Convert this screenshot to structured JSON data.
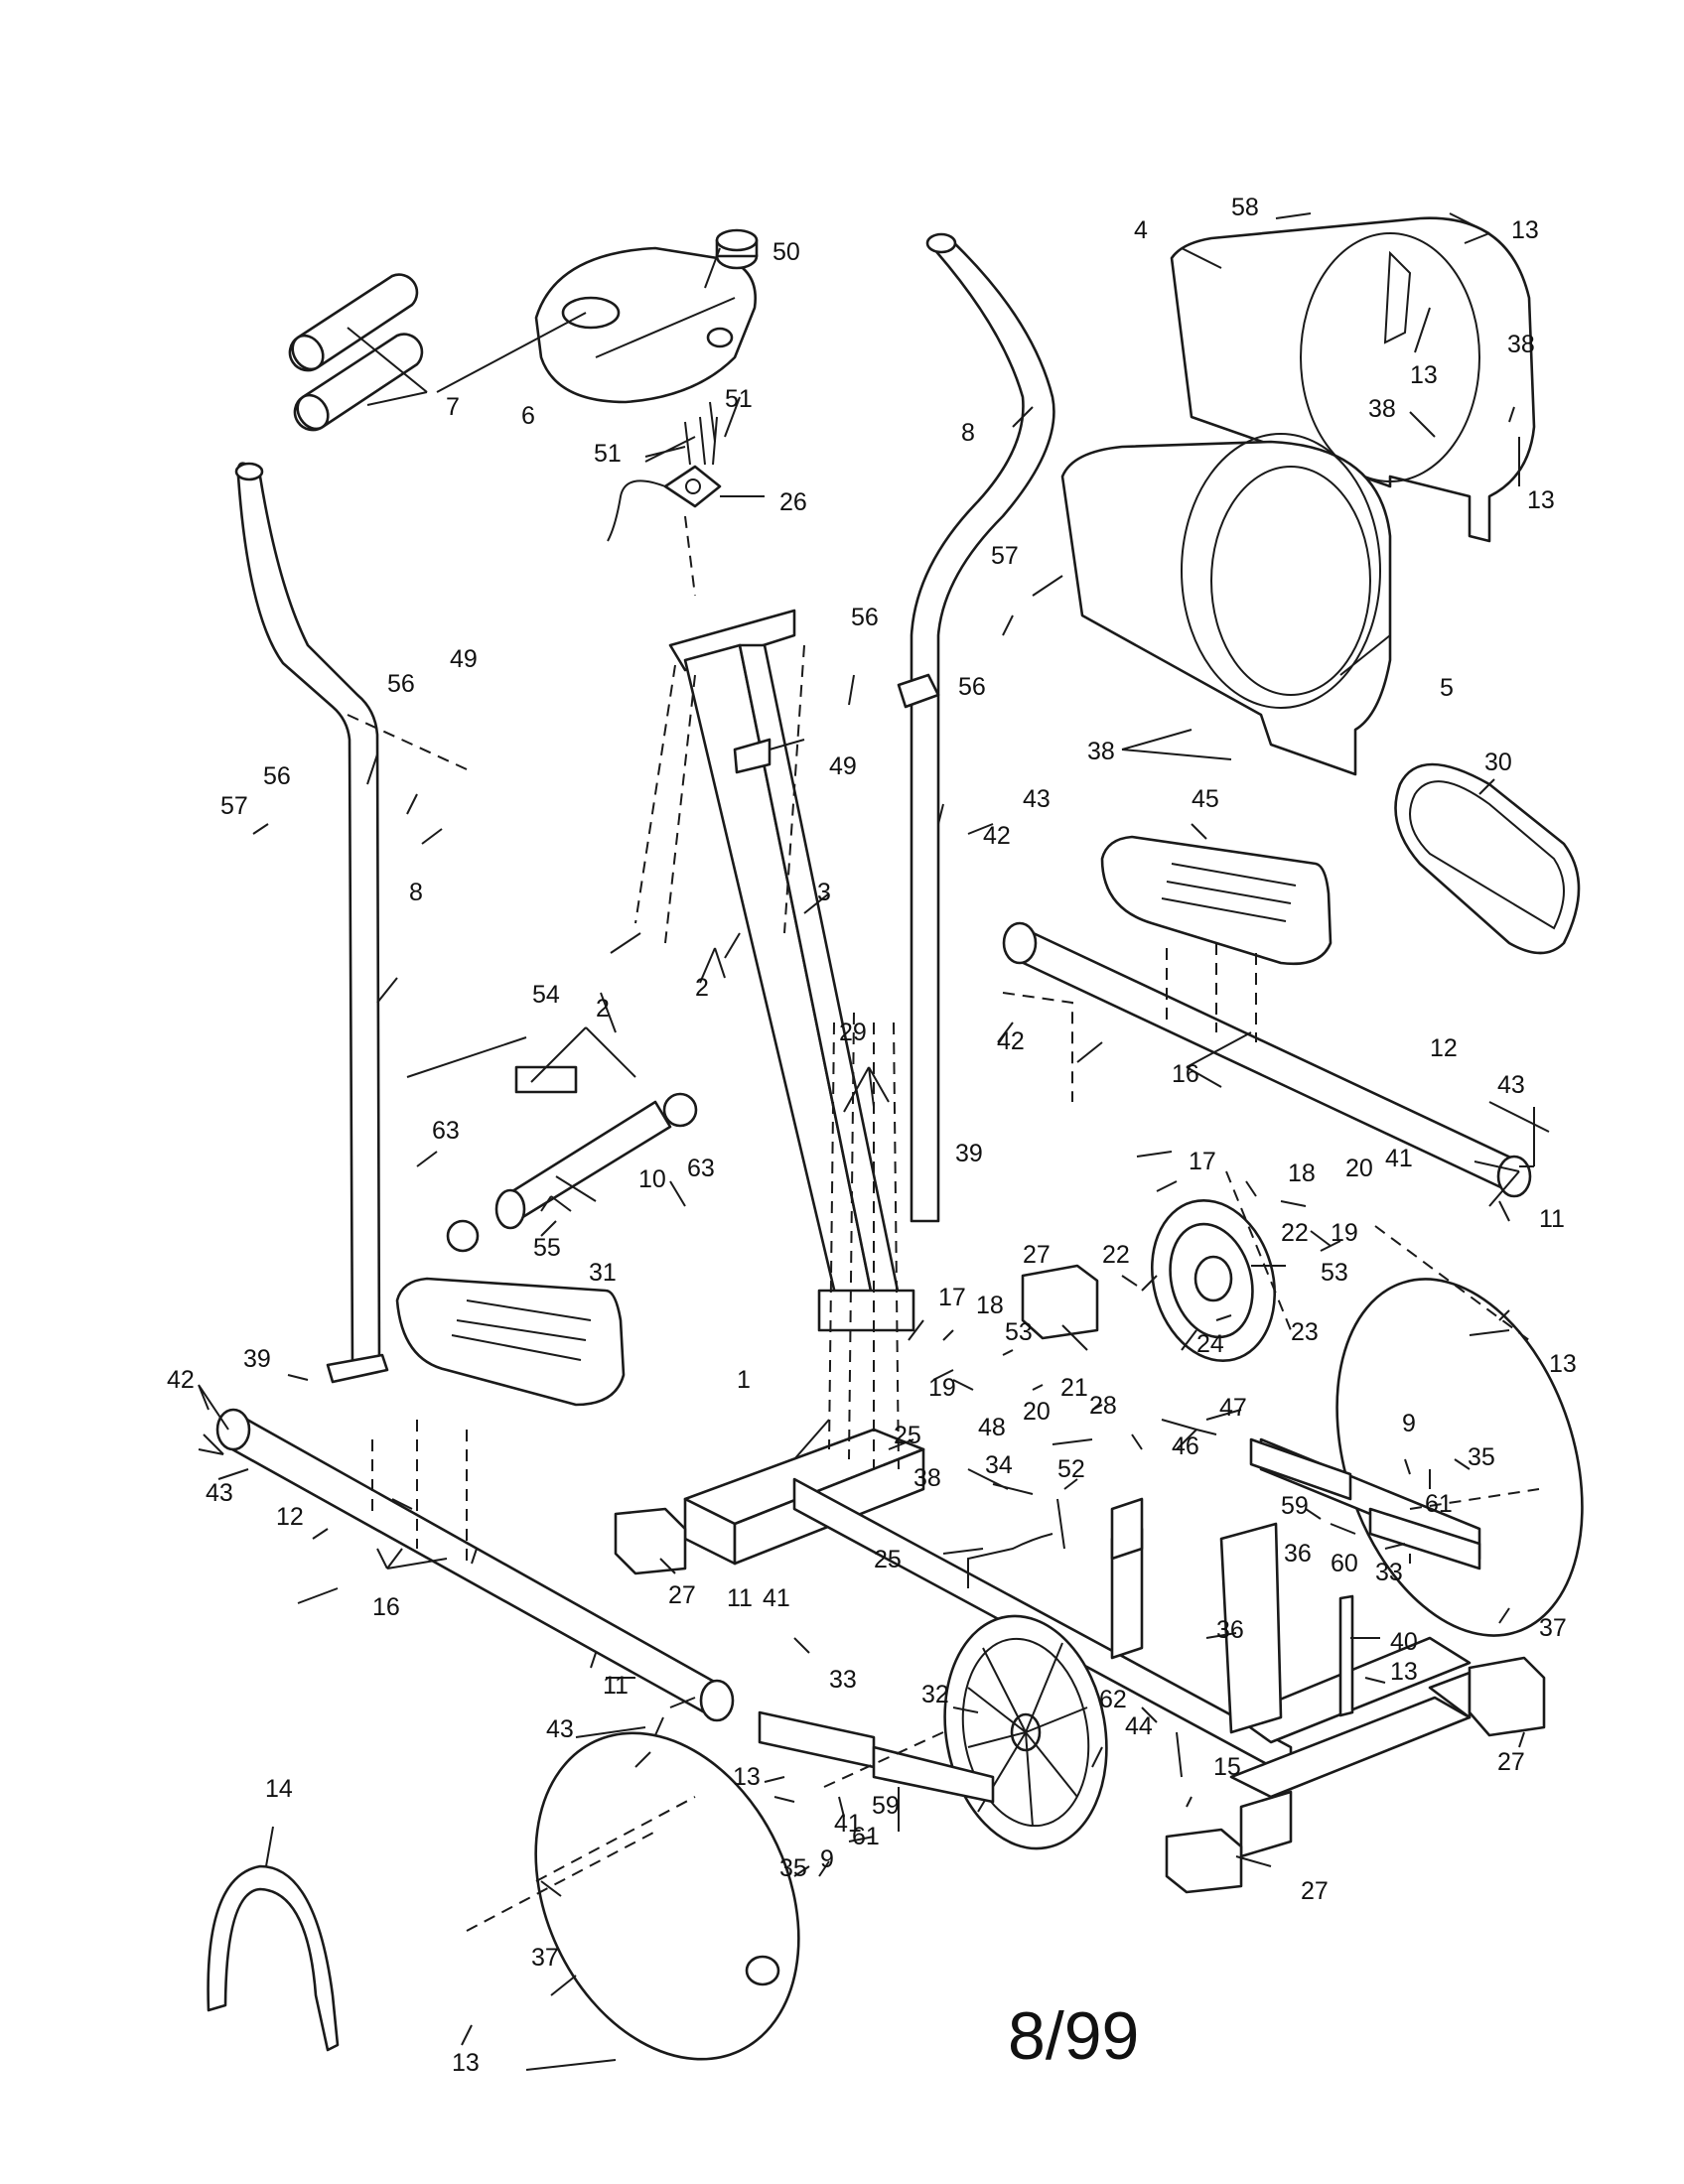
{
  "document": {
    "date_code": "8/99"
  },
  "labels": [
    {
      "id": "1",
      "text": "1"
    },
    {
      "id": "2a",
      "text": "2"
    },
    {
      "id": "2b",
      "text": "2"
    },
    {
      "id": "3",
      "text": "3"
    },
    {
      "id": "4",
      "text": "4"
    },
    {
      "id": "5",
      "text": "5"
    },
    {
      "id": "6",
      "text": "6"
    },
    {
      "id": "7",
      "text": "7"
    },
    {
      "id": "8a",
      "text": "8"
    },
    {
      "id": "8b",
      "text": "8"
    },
    {
      "id": "9a",
      "text": "9"
    },
    {
      "id": "9b",
      "text": "9"
    },
    {
      "id": "10",
      "text": "10"
    },
    {
      "id": "11a",
      "text": "11"
    },
    {
      "id": "11b",
      "text": "11"
    },
    {
      "id": "11c",
      "text": "11"
    },
    {
      "id": "12a",
      "text": "12"
    },
    {
      "id": "12b",
      "text": "12"
    },
    {
      "id": "13a",
      "text": "13"
    },
    {
      "id": "13b",
      "text": "13"
    },
    {
      "id": "13c",
      "text": "13"
    },
    {
      "id": "13d",
      "text": "13"
    },
    {
      "id": "13e",
      "text": "13"
    },
    {
      "id": "13f",
      "text": "13"
    },
    {
      "id": "13g",
      "text": "13"
    },
    {
      "id": "14",
      "text": "14"
    },
    {
      "id": "15",
      "text": "15"
    },
    {
      "id": "16a",
      "text": "16"
    },
    {
      "id": "16b",
      "text": "16"
    },
    {
      "id": "17a",
      "text": "17"
    },
    {
      "id": "17b",
      "text": "17"
    },
    {
      "id": "18a",
      "text": "18"
    },
    {
      "id": "18b",
      "text": "18"
    },
    {
      "id": "19a",
      "text": "19"
    },
    {
      "id": "19b",
      "text": "19"
    },
    {
      "id": "20a",
      "text": "20"
    },
    {
      "id": "20b",
      "text": "20"
    },
    {
      "id": "21",
      "text": "21"
    },
    {
      "id": "22a",
      "text": "22"
    },
    {
      "id": "22b",
      "text": "22"
    },
    {
      "id": "23",
      "text": "23"
    },
    {
      "id": "24",
      "text": "24"
    },
    {
      "id": "25a",
      "text": "25"
    },
    {
      "id": "25b",
      "text": "25"
    },
    {
      "id": "26",
      "text": "26"
    },
    {
      "id": "27a",
      "text": "27"
    },
    {
      "id": "27b",
      "text": "27"
    },
    {
      "id": "27c",
      "text": "27"
    },
    {
      "id": "27d",
      "text": "27"
    },
    {
      "id": "28",
      "text": "28"
    },
    {
      "id": "29",
      "text": "29"
    },
    {
      "id": "30",
      "text": "30"
    },
    {
      "id": "31",
      "text": "31"
    },
    {
      "id": "32",
      "text": "32"
    },
    {
      "id": "33a",
      "text": "33"
    },
    {
      "id": "33b",
      "text": "33"
    },
    {
      "id": "34",
      "text": "34"
    },
    {
      "id": "35a",
      "text": "35"
    },
    {
      "id": "35b",
      "text": "35"
    },
    {
      "id": "36a",
      "text": "36"
    },
    {
      "id": "36b",
      "text": "36"
    },
    {
      "id": "37a",
      "text": "37"
    },
    {
      "id": "37b",
      "text": "37"
    },
    {
      "id": "38a",
      "text": "38"
    },
    {
      "id": "38b",
      "text": "38"
    },
    {
      "id": "38c",
      "text": "38"
    },
    {
      "id": "38d",
      "text": "38"
    },
    {
      "id": "39a",
      "text": "39"
    },
    {
      "id": "39b",
      "text": "39"
    },
    {
      "id": "40",
      "text": "40"
    },
    {
      "id": "41a",
      "text": "41"
    },
    {
      "id": "41b",
      "text": "41"
    },
    {
      "id": "41c",
      "text": "41"
    },
    {
      "id": "42a",
      "text": "42"
    },
    {
      "id": "42b",
      "text": "42"
    },
    {
      "id": "42c",
      "text": "42"
    },
    {
      "id": "43a",
      "text": "43"
    },
    {
      "id": "43b",
      "text": "43"
    },
    {
      "id": "43c",
      "text": "43"
    },
    {
      "id": "43d",
      "text": "43"
    },
    {
      "id": "44",
      "text": "44"
    },
    {
      "id": "45",
      "text": "45"
    },
    {
      "id": "46",
      "text": "46"
    },
    {
      "id": "47",
      "text": "47"
    },
    {
      "id": "48",
      "text": "48"
    },
    {
      "id": "49a",
      "text": "49"
    },
    {
      "id": "49b",
      "text": "49"
    },
    {
      "id": "50",
      "text": "50"
    },
    {
      "id": "51a",
      "text": "51"
    },
    {
      "id": "51b",
      "text": "51"
    },
    {
      "id": "52",
      "text": "52"
    },
    {
      "id": "53a",
      "text": "53"
    },
    {
      "id": "53b",
      "text": "53"
    },
    {
      "id": "54",
      "text": "54"
    },
    {
      "id": "55",
      "text": "55"
    },
    {
      "id": "56a",
      "text": "56"
    },
    {
      "id": "56b",
      "text": "56"
    },
    {
      "id": "56c",
      "text": "56"
    },
    {
      "id": "56d",
      "text": "56"
    },
    {
      "id": "57a",
      "text": "57"
    },
    {
      "id": "57b",
      "text": "57"
    },
    {
      "id": "58",
      "text": "58"
    },
    {
      "id": "59a",
      "text": "59"
    },
    {
      "id": "59b",
      "text": "59"
    },
    {
      "id": "60",
      "text": "60"
    },
    {
      "id": "61a",
      "text": "61"
    },
    {
      "id": "61b",
      "text": "61"
    },
    {
      "id": "62",
      "text": "62"
    },
    {
      "id": "63a",
      "text": "63"
    },
    {
      "id": "63b",
      "text": "63"
    }
  ]
}
